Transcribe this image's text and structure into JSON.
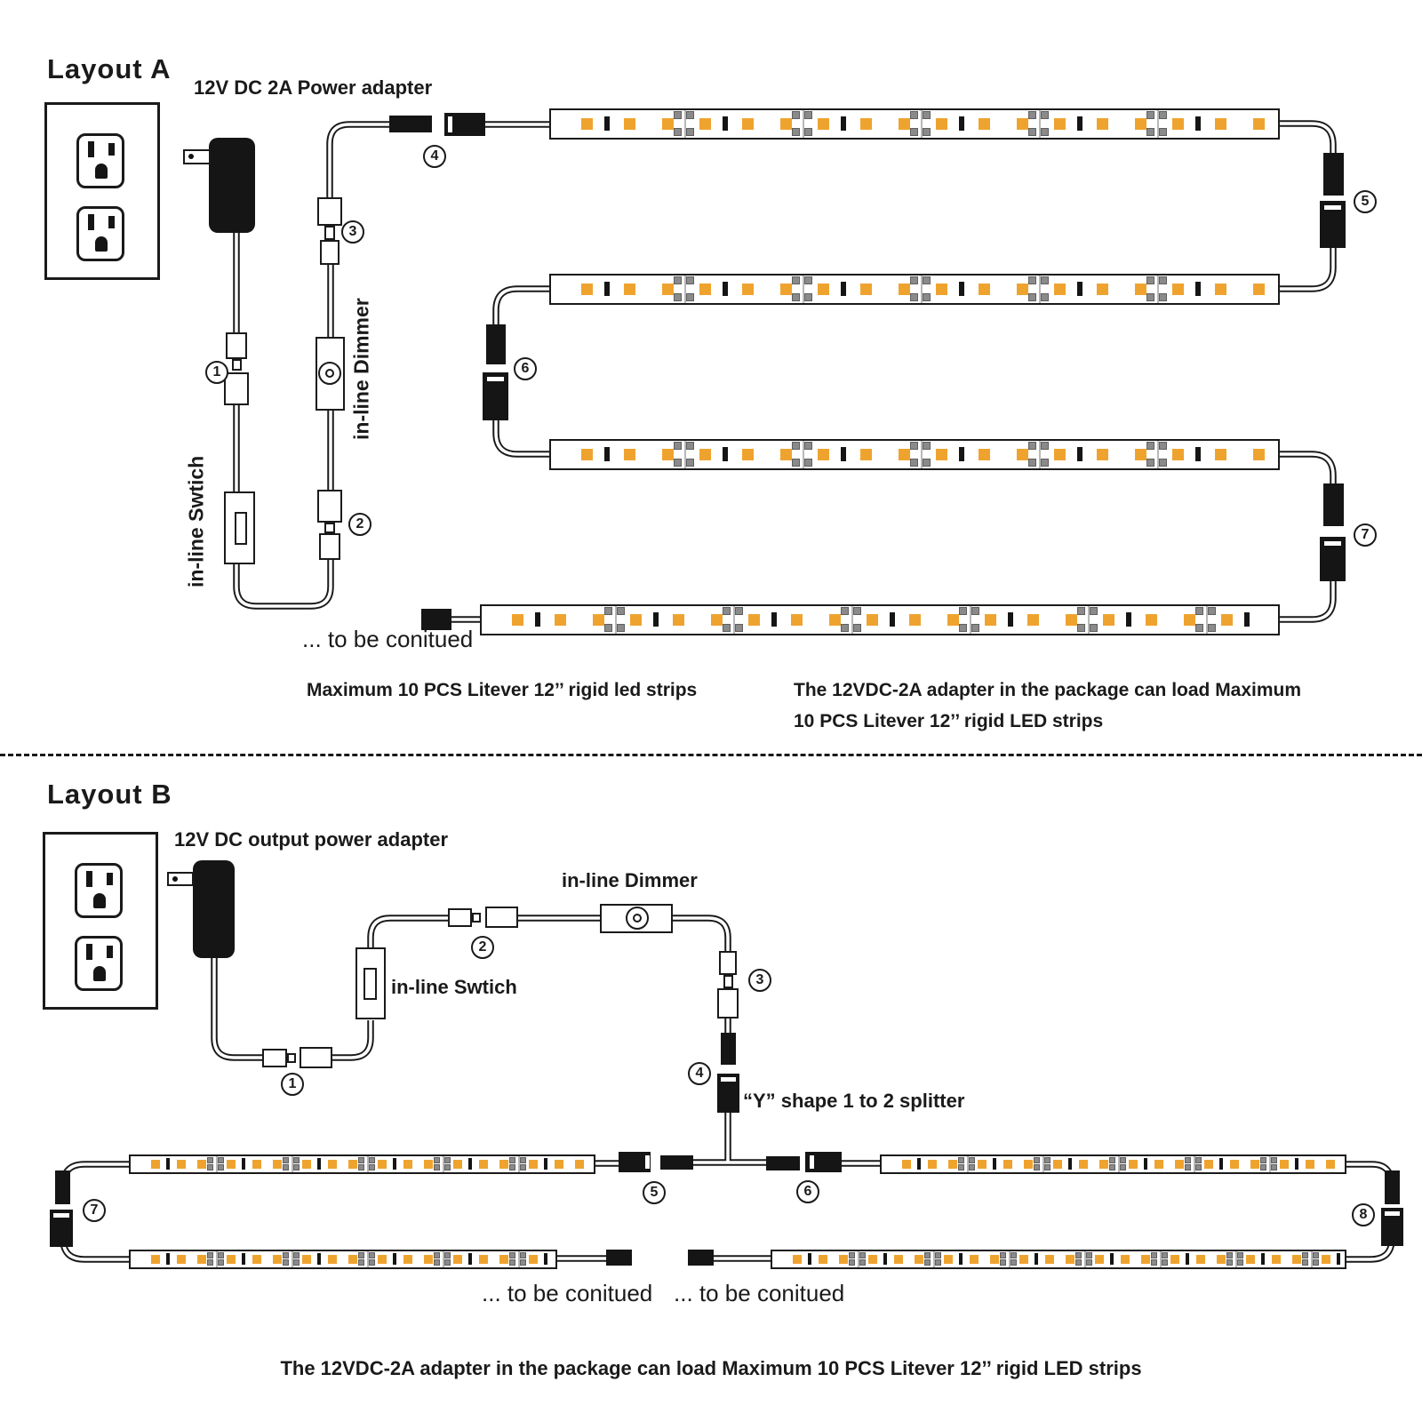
{
  "colors": {
    "led": "#efa32f",
    "line": "#1a1a1a",
    "pad": "#8a8a8a"
  },
  "layout_a": {
    "title": "Layout A",
    "power_adapter_label": "12V DC 2A Power adapter",
    "inline_switch_label": "in-line Swtich",
    "inline_dimmer_label": "in-line Dimmer",
    "to_be_continued": "... to be conitued",
    "caption_strips": "Maximum 10 PCS Litever 12’’ rigid led strips",
    "caption_adapter_line1": "The 12VDC-2A adapter in the package can load Maximum",
    "caption_adapter_line2": "10 PCS Litever 12’’ rigid LED strips",
    "connector_numbers": [
      "1",
      "2",
      "3",
      "4",
      "5",
      "6",
      "7"
    ]
  },
  "layout_b": {
    "title": "Layout B",
    "power_adapter_label": "12V DC output power adapter",
    "inline_switch_label": "in-line Swtich",
    "inline_dimmer_label": "in-line Dimmer",
    "splitter_label": "“Y” shape 1 to 2 splitter",
    "to_be_continued_left": "... to be conitued",
    "to_be_continued_right": "... to be conitued",
    "caption": "The 12VDC-2A adapter in the package can load Maximum 10 PCS Litever 12’’ rigid LED strips",
    "connector_numbers": [
      "1",
      "2",
      "3",
      "4",
      "5",
      "6",
      "7",
      "8"
    ]
  }
}
